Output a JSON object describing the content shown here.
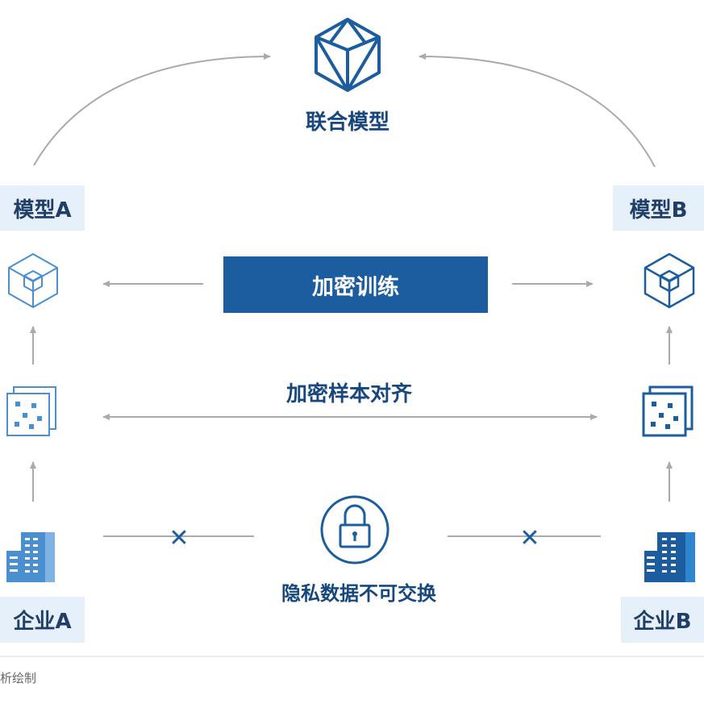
{
  "diagram": {
    "top_node": {
      "label": "联合模型",
      "icon": "polyhedron-icon"
    },
    "model_a": {
      "label": "模型A",
      "icon": "cube-icon"
    },
    "model_b": {
      "label": "模型B",
      "icon": "cube-icon"
    },
    "data_icon": "data-stack-icon",
    "enterprise_a": {
      "label": "企业A",
      "icon": "building-icon"
    },
    "enterprise_b": {
      "label": "企业B",
      "icon": "building-icon"
    },
    "encrypted_training": "加密训练",
    "encrypted_alignment": "加密样本对齐",
    "privacy_note": {
      "label": "隐私数据不可交换",
      "icon": "lock-icon",
      "cross_symbol": "✕"
    },
    "footer_caption": "析绘制"
  },
  "colors": {
    "dark_blue": "#1b5d9e",
    "mid_blue": "#2f86cf",
    "light_blue": "#e6f0fa",
    "icon_light": "#4a8fd0",
    "arrow_gray": "#aaaaaa",
    "text_dark": "#1f3e68"
  }
}
